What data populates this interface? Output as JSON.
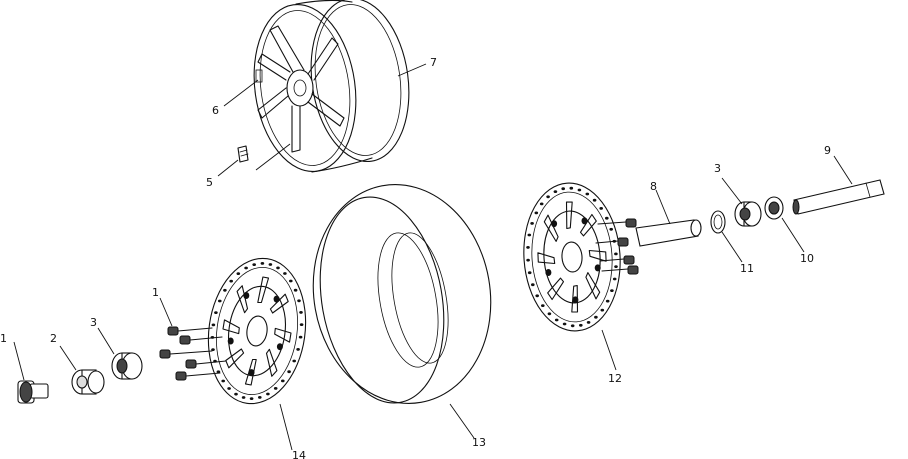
{
  "callouts": [
    {
      "id": "c1a",
      "label": "1"
    },
    {
      "id": "c2",
      "label": "2"
    },
    {
      "id": "c3a",
      "label": "3"
    },
    {
      "id": "c1b",
      "label": "1"
    },
    {
      "id": "c14",
      "label": "14"
    },
    {
      "id": "c13",
      "label": "13"
    },
    {
      "id": "c6",
      "label": "6"
    },
    {
      "id": "c7",
      "label": "7"
    },
    {
      "id": "c5",
      "label": "5"
    },
    {
      "id": "c8",
      "label": "8"
    },
    {
      "id": "c3b",
      "label": "3"
    },
    {
      "id": "c9",
      "label": "9"
    },
    {
      "id": "c11",
      "label": "11"
    },
    {
      "id": "c10",
      "label": "10"
    },
    {
      "id": "c12",
      "label": "12"
    }
  ]
}
